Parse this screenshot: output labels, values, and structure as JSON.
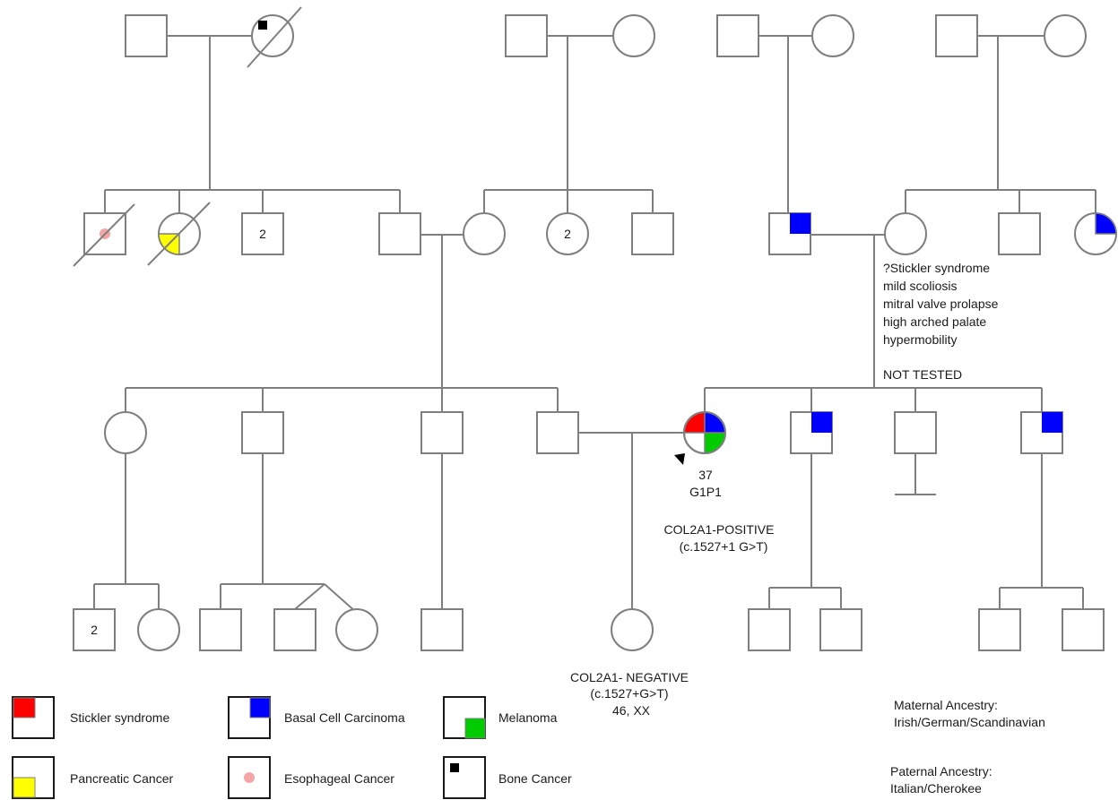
{
  "colors": {
    "line": "#7f7f7f",
    "stickler": "#ff0000",
    "basal_cell_carcinoma": "#0000ff",
    "melanoma": "#00cc00",
    "pancreatic": "#ffff00",
    "esophageal": "#f4a6a6",
    "bone": "#000000"
  },
  "counts": {
    "gen2_paternal_siblings": "2",
    "gen2_maternal_siblings": "2",
    "gen4_cousins": "2"
  },
  "maternal_grandmother_notes": [
    "?Stickler syndrome",
    "mild scoliosis",
    "mitral valve prolapse",
    "high arched palate",
    "hypermobility"
  ],
  "maternal_grandmother_status": "NOT TESTED",
  "proband": {
    "age": "37",
    "pregnancy": "G1P1",
    "result_line1": "COL2A1-POSITIVE",
    "result_line2": "(c.1527+1 G>T)"
  },
  "daughter": {
    "result_line1": "COL2A1- NEGATIVE",
    "result_line2": "(c.1527+G>T)",
    "karyotype": "46, XX"
  },
  "legend": [
    {
      "key": "stickler",
      "label": "Stickler syndrome"
    },
    {
      "key": "bcc",
      "label": "Basal Cell Carcinoma"
    },
    {
      "key": "melanoma",
      "label": "Melanoma"
    },
    {
      "key": "pancreatic",
      "label": "Pancreatic Cancer"
    },
    {
      "key": "esophageal",
      "label": "Esophageal Cancer"
    },
    {
      "key": "bone",
      "label": "Bone Cancer"
    }
  ],
  "ancestry": {
    "maternal_title": "Maternal Ancestry:",
    "maternal_value": "Irish/German/Scandinavian",
    "paternal_title": "Paternal Ancestry:",
    "paternal_value": "Italian/Cherokee"
  }
}
